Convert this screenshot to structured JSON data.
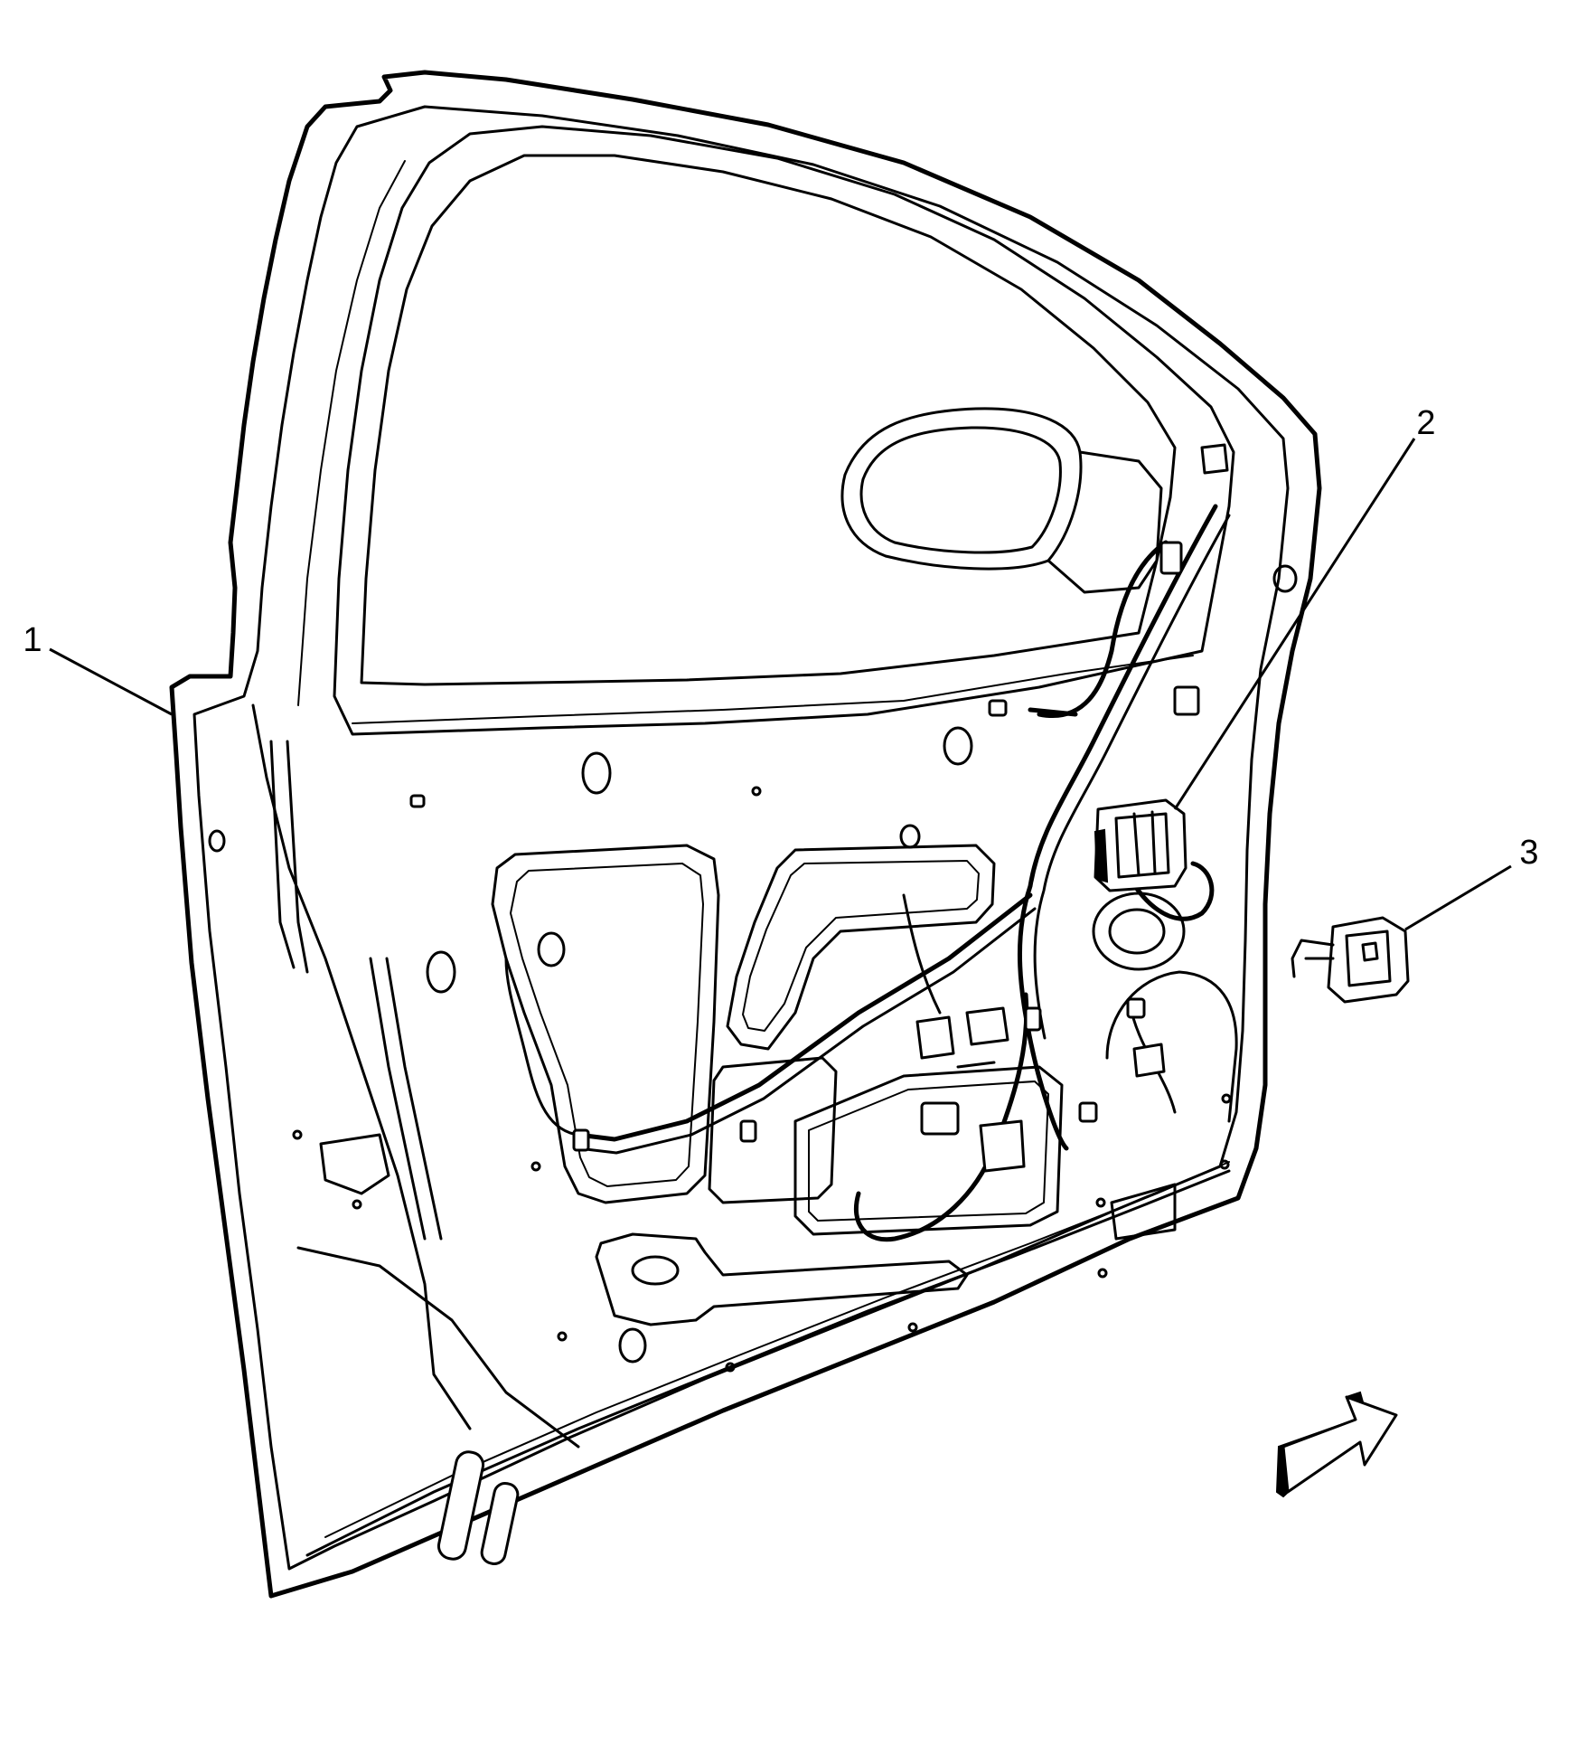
{
  "callouts": {
    "c1": "1",
    "c2": "2",
    "c3": "3"
  },
  "parts": {
    "item1": "door-panel",
    "item2": "wiring-harness-connector",
    "item3": "detached-connector"
  },
  "icons": {
    "direction": "forward-arrow-icon"
  },
  "colors": {
    "line": "#000000",
    "background": "#ffffff"
  }
}
